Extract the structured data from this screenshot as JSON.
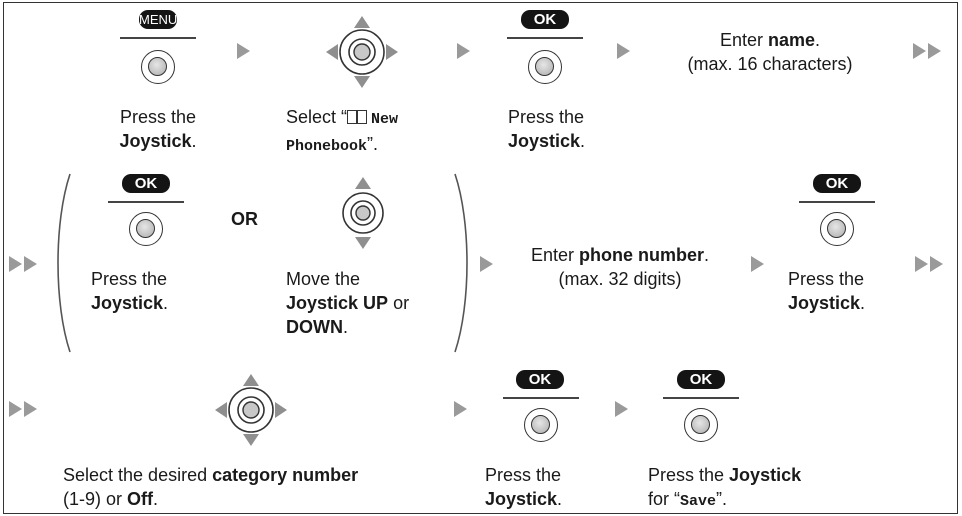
{
  "step1": {
    "button": "MENU",
    "line1": "Press the",
    "line2": "Joystick",
    "line2_suffix": "."
  },
  "step2": {
    "pre": "Select “",
    "icon": "🕮",
    "mono1": "New",
    "mono2": "Phonebook",
    "post": "”."
  },
  "step3": {
    "button": "OK",
    "line1": "Press the",
    "line2": "Joystick",
    "line2_suffix": "."
  },
  "step4": {
    "pre": "Enter ",
    "bold": "name",
    "post": ".",
    "note": "(max. 16 characters)"
  },
  "row2": {
    "optA": {
      "button": "OK",
      "line1": "Press the",
      "line2": "Joystick",
      "line2_suffix": "."
    },
    "or_label": "OR",
    "optB": {
      "line1": "Move the",
      "bold2": "Joystick UP",
      "or2": " or",
      "bold3": "DOWN",
      "suffix3": "."
    },
    "enter": {
      "pre": "Enter ",
      "bold": "phone number",
      "post": ".",
      "note": "(max. 32 digits)"
    },
    "press": {
      "button": "OK",
      "line1": "Press the",
      "line2": "Joystick",
      "line2_suffix": "."
    }
  },
  "row3": {
    "select": {
      "pre": "Select the desired ",
      "bold": "category number",
      "line2_pre": "(1-9) or ",
      "line2_bold": "Off",
      "line2_post": "."
    },
    "press": {
      "button": "OK",
      "line1": "Press the",
      "line2": "Joystick",
      "line2_suffix": "."
    },
    "save": {
      "button": "OK",
      "pre": "Press the ",
      "bold": "Joystick",
      "line2_pre": "for “",
      "mono": "Save",
      "line2_post": "”."
    }
  },
  "colors": {
    "arrow": "#9a9a9a",
    "button": "#141414"
  },
  "icons": [
    "joystick-press-icon",
    "joystick-4way-icon",
    "joystick-updown-icon",
    "next-arrow-icon",
    "continue-arrow-icon"
  ]
}
